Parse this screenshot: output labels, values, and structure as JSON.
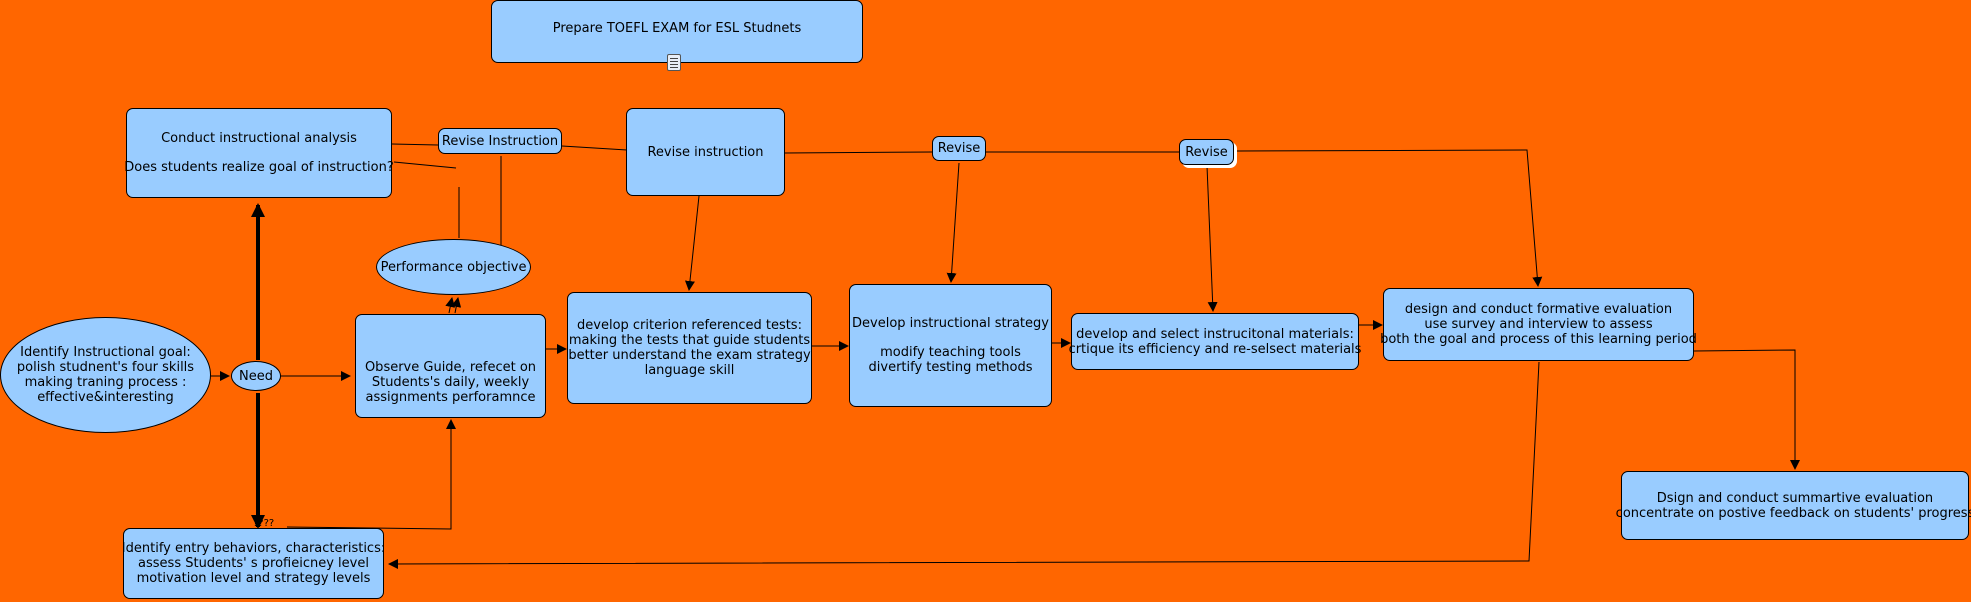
{
  "diagram": {
    "title_box": "Prepare TOEFL EXAM for ESL Studnets",
    "nodes": {
      "instructional_analysis": [
        "Conduct instructional analysis",
        "",
        "Does students realize goal of instruction?"
      ],
      "revise_instruction_label": "Revise Instruction",
      "revise_instruction_box": "Revise instruction",
      "revise_1": "Revise",
      "revise_2": "Revise",
      "performance_objective": "Performance objective",
      "instructional_goal": [
        "Identify Instructional goal:",
        "polish studnent's four skills",
        "making traning process :",
        "effective&interesting"
      ],
      "need": "Need",
      "observe_guide": [
        "Observe Guide, refecet on",
        "Students's daily, weekly",
        "assignments perforamnce"
      ],
      "criterion_tests": [
        "develop criterion referenced tests:",
        "making the tests that guide students",
        "better understand the exam strategy",
        "language skill"
      ],
      "instructional_strategy": [
        "Develop instructional strategy",
        "",
        "modify teaching tools",
        "divertify testing methods"
      ],
      "instructional_materials": [
        "develop and select instrucitonal materials:",
        "crtique its efficiency and re-selsect materials"
      ],
      "formative_evaluation": [
        "design and conduct formative evaluation",
        "use survey and interview to assess",
        "both the goal and process of this learning period"
      ],
      "summative_evaluation": [
        "Dsign and conduct summartive evaluation",
        "concentrate on postive feedback on students' progress"
      ],
      "entry_behaviors": [
        "Identify entry behaviors, characteristics:",
        "assess Students' s profieicney level",
        "motivation level and strategy levels"
      ]
    },
    "stray_label": "????",
    "attachment_icon": "document-icon"
  }
}
